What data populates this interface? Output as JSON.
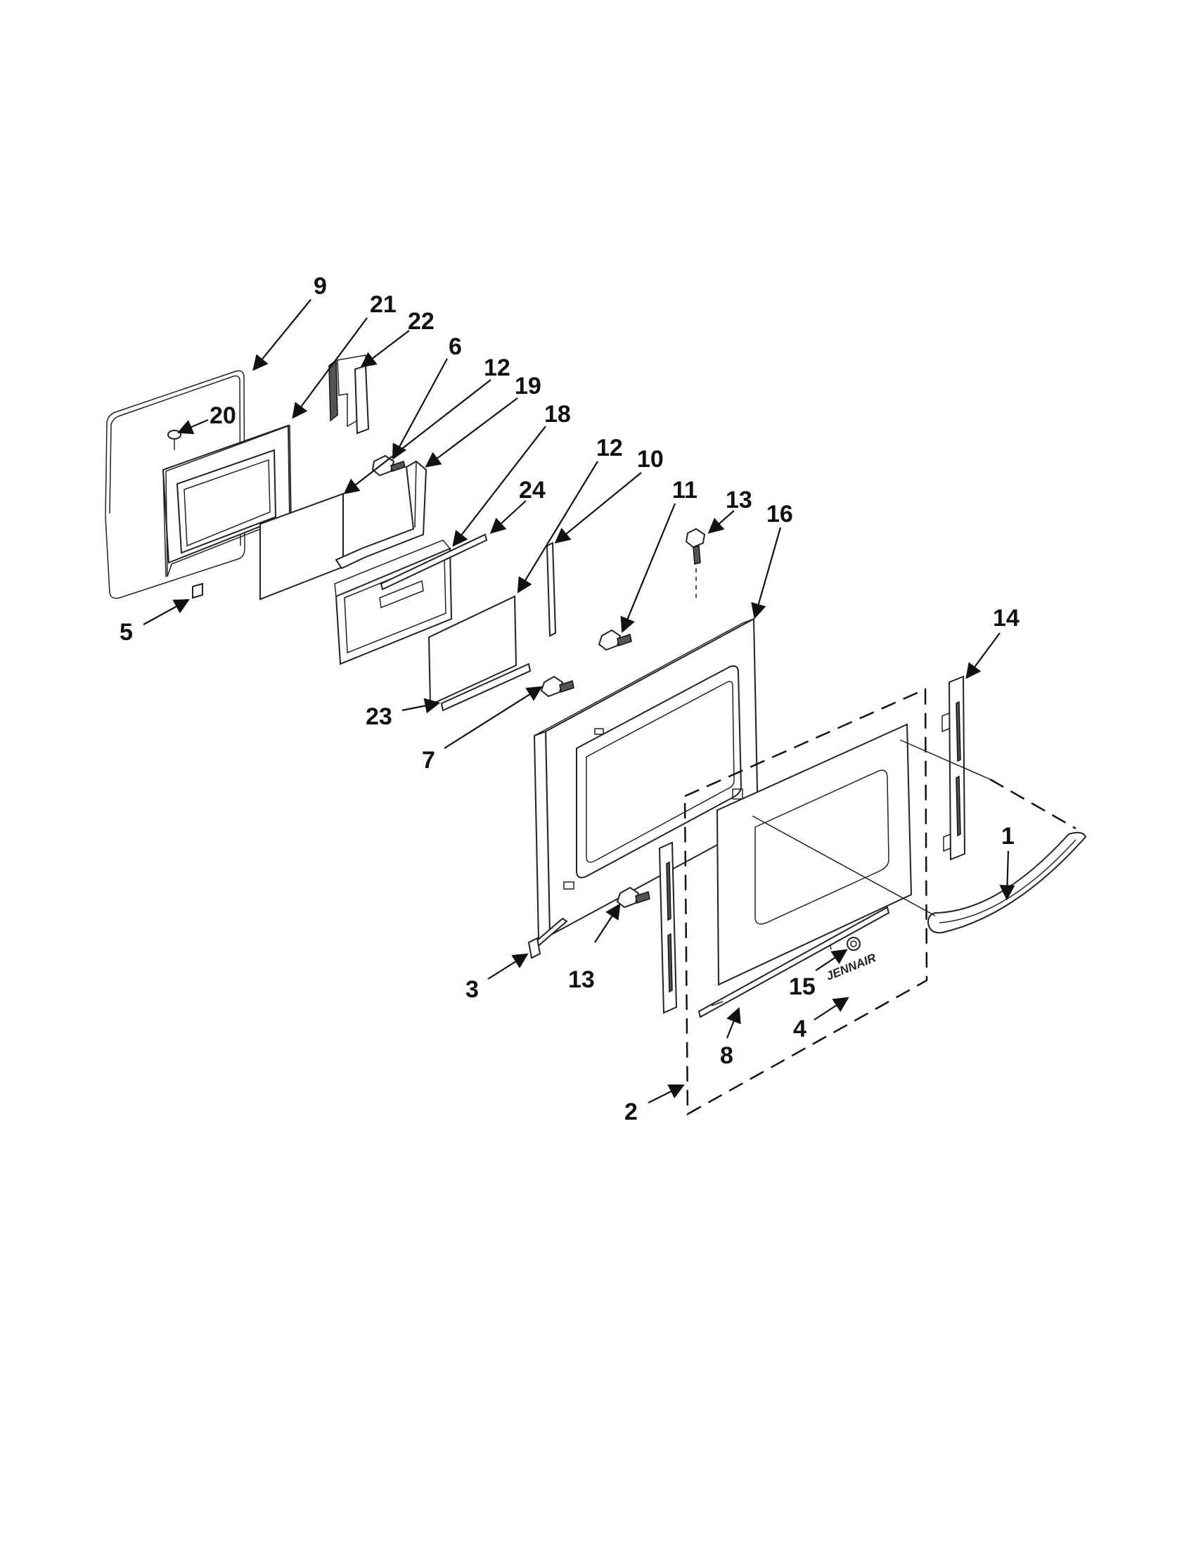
{
  "diagram": {
    "callouts": [
      {
        "id": "c9",
        "label": "9"
      },
      {
        "id": "c21",
        "label": "21"
      },
      {
        "id": "c22",
        "label": "22"
      },
      {
        "id": "c6",
        "label": "6"
      },
      {
        "id": "c12a",
        "label": "12"
      },
      {
        "id": "c19",
        "label": "19"
      },
      {
        "id": "c18",
        "label": "18"
      },
      {
        "id": "c20",
        "label": "20"
      },
      {
        "id": "c12b",
        "label": "12"
      },
      {
        "id": "c10",
        "label": "10"
      },
      {
        "id": "c11",
        "label": "11"
      },
      {
        "id": "c24",
        "label": "24"
      },
      {
        "id": "c13a",
        "label": "13"
      },
      {
        "id": "c16",
        "label": "16"
      },
      {
        "id": "c5",
        "label": "5"
      },
      {
        "id": "c14",
        "label": "14"
      },
      {
        "id": "c23",
        "label": "23"
      },
      {
        "id": "c7",
        "label": "7"
      },
      {
        "id": "c1",
        "label": "1"
      },
      {
        "id": "c3",
        "label": "3"
      },
      {
        "id": "c13b",
        "label": "13"
      },
      {
        "id": "c15",
        "label": "15"
      },
      {
        "id": "c4",
        "label": "4"
      },
      {
        "id": "c8",
        "label": "8"
      },
      {
        "id": "c2",
        "label": "2"
      }
    ],
    "brand_logo_text": "JENNAIR"
  }
}
